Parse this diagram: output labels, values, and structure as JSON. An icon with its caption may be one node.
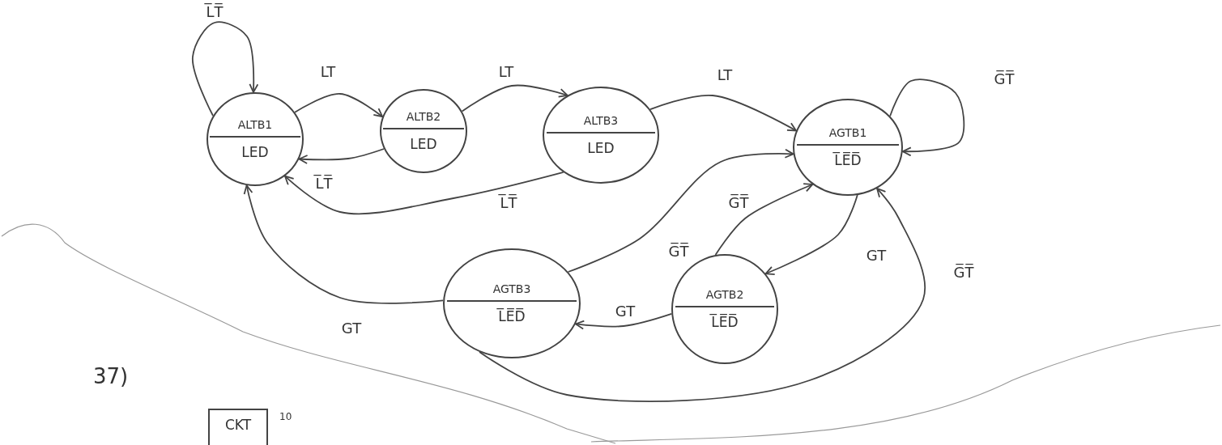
{
  "diagram": {
    "nodes": [
      {
        "text": [
          "ALTB1",
          "LED"
        ]
      },
      {
        "text": [
          "ALTB2",
          "LED"
        ]
      },
      {
        "text": [
          "ALTB3",
          "LED"
        ]
      },
      {
        "text": [
          "AGTB1",
          "L̅E̅D̅"
        ]
      },
      {
        "text": [
          "AGTB3",
          "L̅E̅D̅"
        ]
      },
      {
        "text": [
          "AGTB2",
          "L̅E̅D̅"
        ]
      },
      {
        "text": [
          "CKT"
        ]
      }
    ],
    "edges": [
      {
        "from": 0,
        "to": 0,
        "arrow": "to",
        "label": "L̅T̅"
      },
      {
        "from": 0,
        "to": 1,
        "arrow": "to",
        "label": "LT"
      },
      {
        "from": 1,
        "to": 2,
        "arrow": "to",
        "label": "LT"
      },
      {
        "from": 2,
        "to": 3,
        "arrow": "to",
        "label": "LT"
      },
      {
        "from": 3,
        "to": 3,
        "arrow": "to",
        "label": "G̅T̅"
      },
      {
        "from": 1,
        "to": 0,
        "arrow": "to",
        "label": "L̅T̅"
      },
      {
        "from": 2,
        "to": 0,
        "arrow": "to",
        "label": "L̅T̅"
      },
      {
        "from": 4,
        "to": 3,
        "arrow": "to",
        "label": "G̅T̅"
      },
      {
        "from": 5,
        "to": 3,
        "arrow": "to",
        "label": "G̅T̅"
      },
      {
        "from": 3,
        "to": 5,
        "arrow": "to",
        "label": "GT"
      },
      {
        "from": 5,
        "to": 4,
        "arrow": "to",
        "label": "GT"
      },
      {
        "from": 4,
        "to": 0,
        "arrow": "to",
        "label": "GT"
      },
      {
        "from": 4,
        "to": 3,
        "arrow": "to",
        "label": "G̅T̅"
      }
    ],
    "labels": [
      "37)",
      "10"
    ]
  }
}
